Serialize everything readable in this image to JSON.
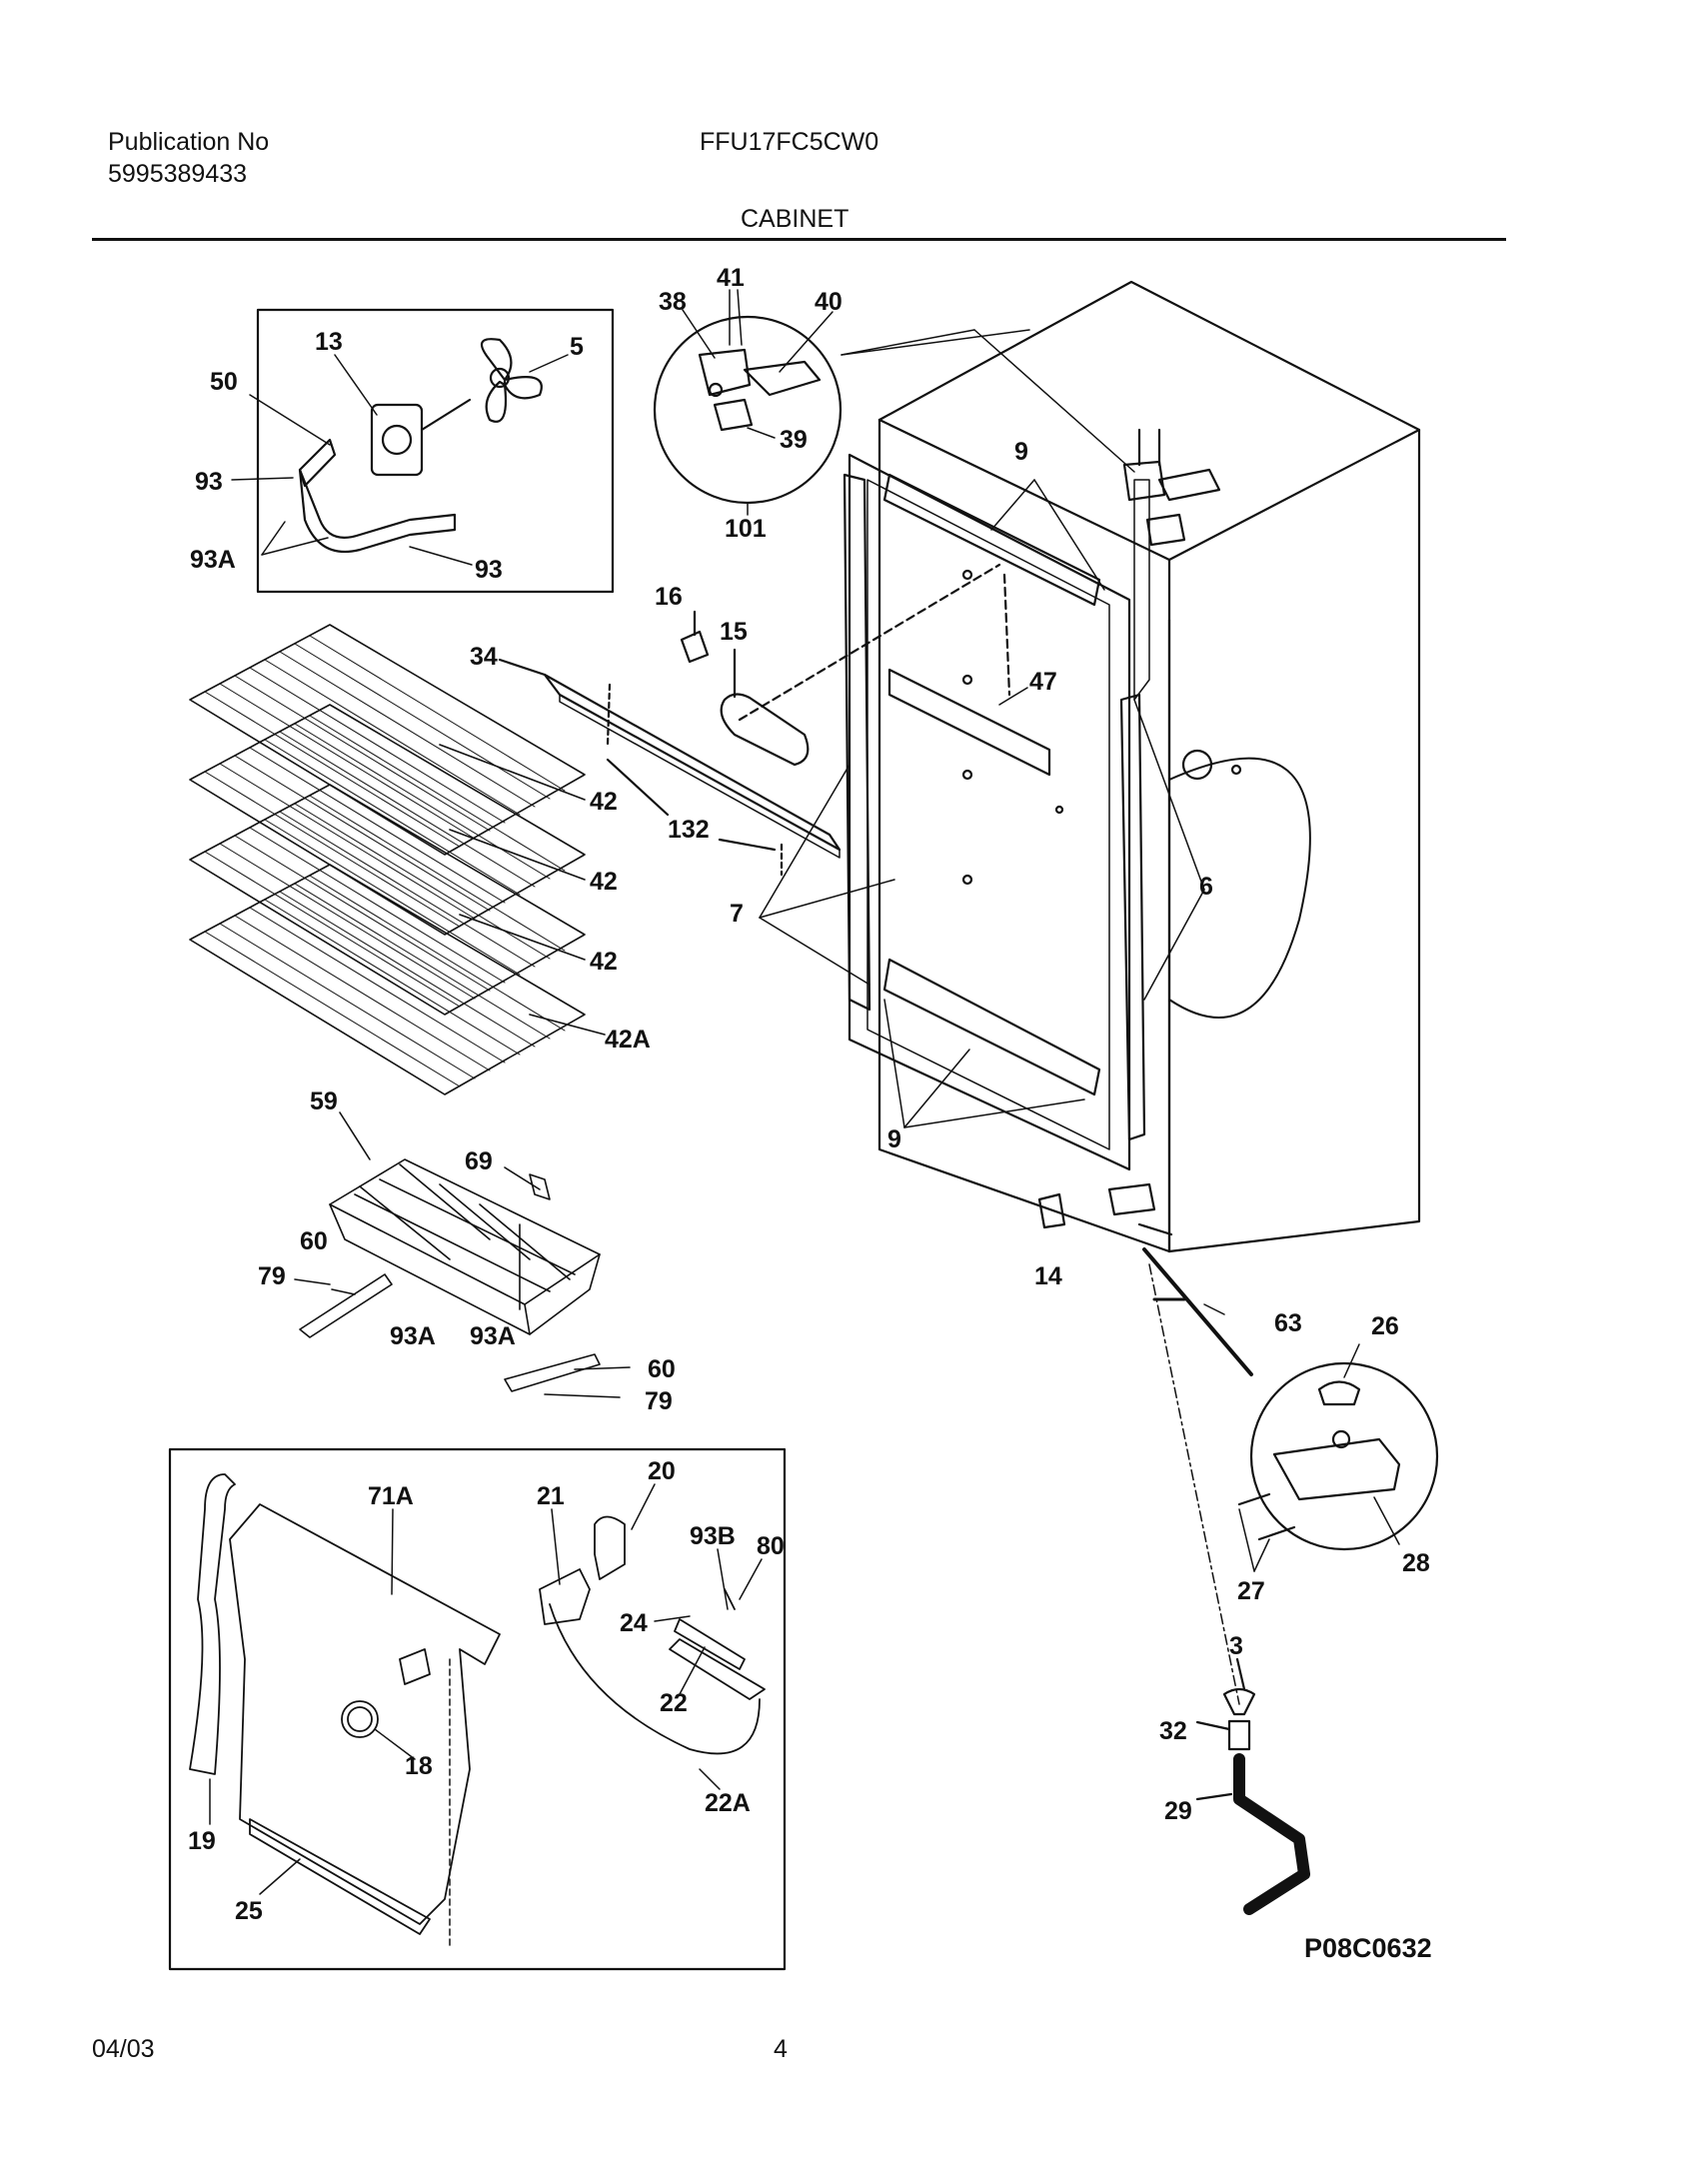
{
  "header": {
    "publication_label": "Publication No",
    "publication_number": "5995389433",
    "model": "FFU17FC5CW0",
    "section_title": "CABINET"
  },
  "callouts": {
    "c41": "41",
    "c38": "38",
    "c40": "40",
    "c39": "39",
    "c101": "101",
    "c13": "13",
    "c5": "5",
    "c50": "50",
    "c93a": "93",
    "c93b": "93",
    "c93A1": "93A",
    "c9a": "9",
    "c9b": "9",
    "c16": "16",
    "c15": "15",
    "c34": "34",
    "c47": "47",
    "c42a": "42",
    "c42b": "42",
    "c42c": "42",
    "c42A": "42A",
    "c132": "132",
    "c7": "7",
    "c6": "6",
    "c59": "59",
    "c69": "69",
    "c60a": "60",
    "c60b": "60",
    "c79a": "79",
    "c79b": "79",
    "c93A2": "93A",
    "c93A3": "93A",
    "c14": "14",
    "c63": "63",
    "c26": "26",
    "c27": "27",
    "c28": "28",
    "c3": "3",
    "c32": "32",
    "c29": "29",
    "c71A": "71A",
    "c21": "21",
    "c20": "20",
    "c93B": "93B",
    "c80": "80",
    "c24": "24",
    "c22": "22",
    "c22A": "22A",
    "c18": "18",
    "c19": "19",
    "c25": "25"
  },
  "diagram_ref": "P08C0632",
  "footer": {
    "date": "04/03",
    "page_number": "4"
  }
}
